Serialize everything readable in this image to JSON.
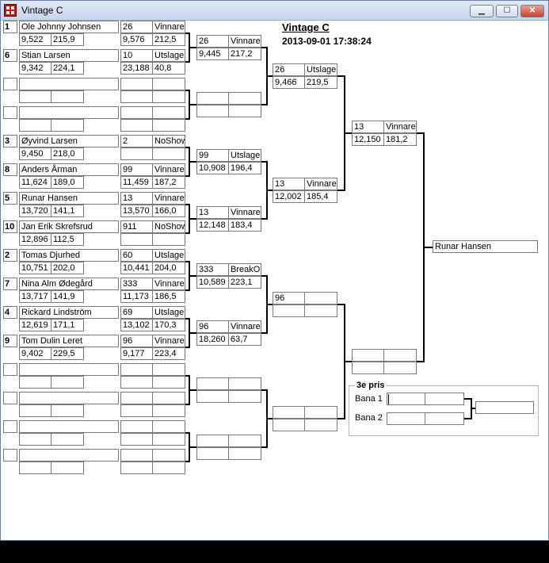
{
  "window": {
    "title": "Vintage C",
    "buttons": {
      "minimize": "▁",
      "maximize": "☐",
      "close": "✕"
    }
  },
  "header": {
    "title": "Vintage C",
    "datetime": "2013-09-01 17:38:24"
  },
  "round1": [
    {
      "seed": "1",
      "name": "Ole Johnny Johnsen",
      "time": "9,522",
      "speed": "215,9"
    },
    {
      "seed": "6",
      "name": "Stian Larsen",
      "time": "9,342",
      "speed": "224,1"
    },
    {
      "seed": "",
      "name": "",
      "time": "",
      "speed": ""
    },
    {
      "seed": "",
      "name": "",
      "time": "",
      "speed": ""
    },
    {
      "seed": "3",
      "name": "Øyvind Larsen",
      "time": "9,450",
      "speed": "218,0"
    },
    {
      "seed": "8",
      "name": "Anders Årman",
      "time": "11,624",
      "speed": "189,0"
    },
    {
      "seed": "5",
      "name": "Runar Hansen",
      "time": "13,720",
      "speed": "141,1"
    },
    {
      "seed": "10",
      "name": "Jan Erik Skrefsrud",
      "time": "12,896",
      "speed": "112,5"
    },
    {
      "seed": "2",
      "name": "Tomas Djurhed",
      "time": "10,751",
      "speed": "202,0"
    },
    {
      "seed": "7",
      "name": "Nina Alm Ødegård",
      "time": "13,717",
      "speed": "141,9"
    },
    {
      "seed": "4",
      "name": "Rickard Lindström",
      "time": "12,619",
      "speed": "171,1"
    },
    {
      "seed": "9",
      "name": "Tom Dulin Leret",
      "time": "9,402",
      "speed": "229,5"
    },
    {
      "seed": "",
      "name": "",
      "time": "",
      "speed": ""
    },
    {
      "seed": "",
      "name": "",
      "time": "",
      "speed": ""
    },
    {
      "seed": "",
      "name": "",
      "time": "",
      "speed": ""
    },
    {
      "seed": "",
      "name": "",
      "time": "",
      "speed": ""
    }
  ],
  "round2": [
    {
      "no": "26",
      "result": "Vinnare",
      "time": "9,576",
      "speed": "212,5"
    },
    {
      "no": "10",
      "result": "Utslagen",
      "time": "23,188",
      "speed": "40,8"
    },
    {
      "no": "",
      "result": "",
      "time": "",
      "speed": ""
    },
    {
      "no": "",
      "result": "",
      "time": "",
      "speed": ""
    },
    {
      "no": "2",
      "result": "NoShow",
      "time": "",
      "speed": ""
    },
    {
      "no": "99",
      "result": "Vinnare",
      "time": "11,459",
      "speed": "187,2"
    },
    {
      "no": "13",
      "result": "Vinnare",
      "time": "13,570",
      "speed": "166,0"
    },
    {
      "no": "911",
      "result": "NoShow",
      "time": "",
      "speed": ""
    },
    {
      "no": "60",
      "result": "Utslagen",
      "time": "10,441",
      "speed": "204,0"
    },
    {
      "no": "333",
      "result": "Vinnare",
      "time": "11,173",
      "speed": "186,5"
    },
    {
      "no": "69",
      "result": "Utslagen",
      "time": "13,102",
      "speed": "170,3"
    },
    {
      "no": "96",
      "result": "Vinnare",
      "time": "9,177",
      "speed": "223,4"
    },
    {
      "no": "",
      "result": "",
      "time": "",
      "speed": ""
    },
    {
      "no": "",
      "result": "",
      "time": "",
      "speed": ""
    },
    {
      "no": "",
      "result": "",
      "time": "",
      "speed": ""
    },
    {
      "no": "",
      "result": "",
      "time": "",
      "speed": ""
    }
  ],
  "round3": [
    {
      "no": "26",
      "result": "Vinnare",
      "time": "9,445",
      "speed": "217,2"
    },
    {
      "no": "",
      "result": "",
      "time": "",
      "speed": ""
    },
    {
      "no": "99",
      "result": "Utslagen",
      "time": "10,908",
      "speed": "196,4"
    },
    {
      "no": "13",
      "result": "Vinnare",
      "time": "12,148",
      "speed": "183,4"
    },
    {
      "no": "333",
      "result": "BreakOut",
      "time": "10,589",
      "speed": "223,1"
    },
    {
      "no": "96",
      "result": "Vinnare",
      "time": "18,260",
      "speed": "63,7"
    },
    {
      "no": "",
      "result": "",
      "time": "",
      "speed": ""
    },
    {
      "no": "",
      "result": "",
      "time": "",
      "speed": ""
    }
  ],
  "round4": [
    {
      "no": "26",
      "result": "Utslagen",
      "time": "9,466",
      "speed": "219,5"
    },
    {
      "no": "13",
      "result": "Vinnare",
      "time": "12,002",
      "speed": "185,4"
    },
    {
      "no": "96",
      "result": "",
      "time": "",
      "speed": ""
    },
    {
      "no": "",
      "result": "",
      "time": "",
      "speed": ""
    }
  ],
  "round5": [
    {
      "no": "13",
      "result": "Vinnare",
      "time": "12,150",
      "speed": "181,2"
    },
    {
      "no": "",
      "result": "",
      "time": "",
      "speed": ""
    }
  ],
  "final": {
    "winner": "Runar Hansen"
  },
  "third_place": {
    "title": "3e pris",
    "lane1_label": "Bana 1",
    "lane2_label": "Bana 2",
    "result": ""
  }
}
